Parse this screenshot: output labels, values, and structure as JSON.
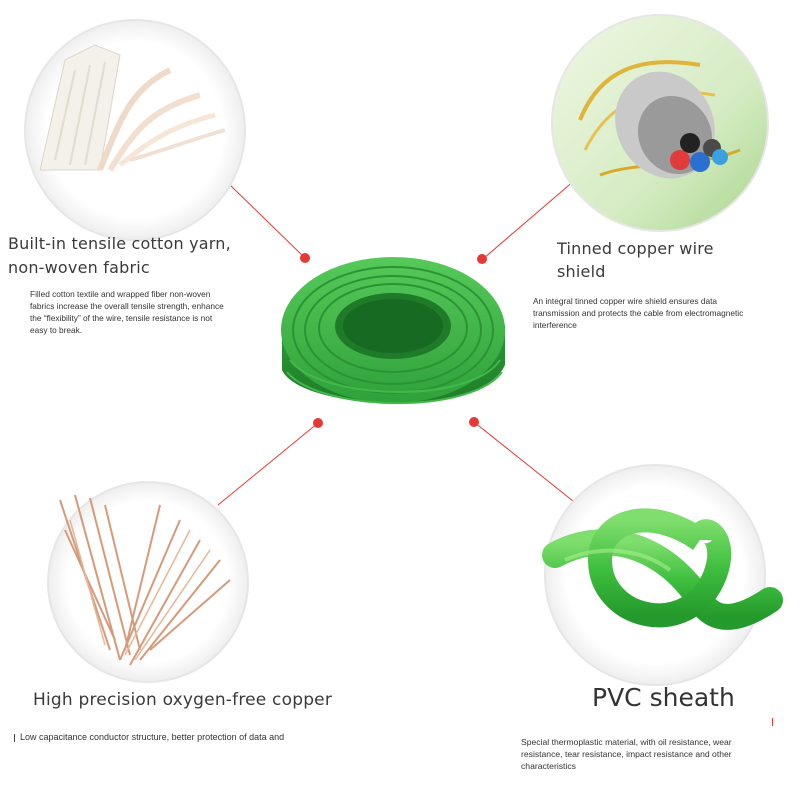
{
  "colors": {
    "connector": "#e53935",
    "cable_green": "#3cb043",
    "text_dark": "#3a3a3a"
  },
  "features": {
    "cotton_yarn": {
      "title_line1": "Built-in tensile cotton yarn,",
      "title_line2": "non-woven fabric",
      "desc_line1": "Filled cotton textile and wrapped fiber non-woven",
      "desc_line2": "fabrics increase the overall tensile strength, enhance",
      "desc_line3": "the “flexibility” of the wire, tensile resistance is not",
      "desc_line4": "easy to break."
    },
    "copper_shield": {
      "title_line1": "Tinned copper wire",
      "title_line2": "shield",
      "desc_line1": "An integral tinned copper wire shield ensures data",
      "desc_line2": "transmission and protects the cable from electromagnetic",
      "desc_line3": "interference"
    },
    "oxygen_free_copper": {
      "title": "High precision oxygen-free copper",
      "desc": "Low capacitance conductor structure, better protection of data and"
    },
    "pvc_sheath": {
      "title": "PVC sheath",
      "desc_line1": "Special thermoplastic material, with oil resistance, wear",
      "desc_line2": "resistance, tear resistance, impact resistance and other",
      "desc_line3": "characteristics"
    }
  }
}
